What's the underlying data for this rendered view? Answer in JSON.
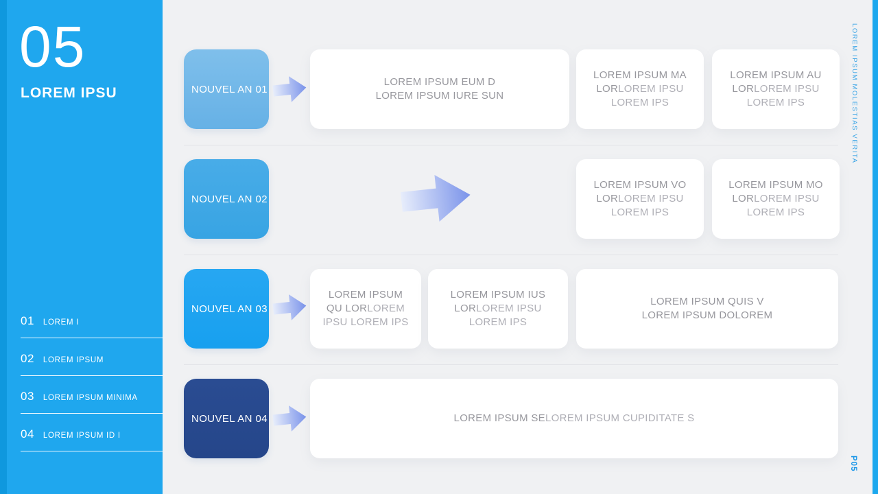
{
  "sidebar": {
    "number": "05",
    "title": "LOREM IPSU",
    "items": [
      {
        "num": "01",
        "label": "LOREM I"
      },
      {
        "num": "02",
        "label": "LOREM IPSUM"
      },
      {
        "num": "03",
        "label": "LOREM IPSUM MINIMA"
      },
      {
        "num": "04",
        "label": "LOREM IPSUM ID I"
      }
    ]
  },
  "rows": [
    {
      "badge": "NOUVEL AN 01",
      "cards": [
        {
          "title": "LOREM IPSUM EUM D",
          "body": "LOREM IPSUM IURE SUN"
        },
        {
          "title": "LOREM IPSUM MA LOR",
          "body": "LOREM IPSU LOREM IPS"
        },
        {
          "title": "LOREM IPSUM AU LOR",
          "body": "LOREM IPSU LOREM IPS"
        }
      ]
    },
    {
      "badge": "NOUVEL AN 02",
      "cards": [
        {
          "title": "LOREM IPSUM VO LOR",
          "body": "LOREM IPSU LOREM IPS"
        },
        {
          "title": "LOREM IPSUM MO LOR",
          "body": "LOREM IPSU LOREM IPS"
        }
      ]
    },
    {
      "badge": "NOUVEL AN 03",
      "cards": [
        {
          "title": "LOREM IPSUM QU LOR",
          "body": "LOREM IPSU LOREM IPS"
        },
        {
          "title": "LOREM IPSUM IUS LOR",
          "body": "LOREM IPSU LOREM IPS"
        },
        {
          "title": "LOREM IPSUM QUIS V",
          "body": "LOREM IPSUM DOLOREM"
        }
      ]
    },
    {
      "badge": "NOUVEL AN 04",
      "cards": [
        {
          "title": "LOREM IPSUM SE",
          "body": "LOREM IPSUM CUPIDITATE S"
        }
      ]
    }
  ],
  "margin": {
    "side_label": "LOREM IPSUM MOLESTIAS VERITA",
    "page_label": "P05"
  },
  "colors": {
    "sidebar_blue": "#1FA7EE",
    "sidebar_edge_blue": "#0F98DE",
    "main_background": "#F0F1F3",
    "badge_1": "#6FB6E8",
    "badge_2": "#41ACE9",
    "badge_3": "#1FA2F0",
    "badge_4": "#27488E",
    "arrow_gradient_start": "#E7EDFB",
    "arrow_gradient_end": "#7A93EA",
    "card_title_gray": "#97979D",
    "card_body_gray": "#AFAFB6",
    "divider_gray": "#E2E3E7",
    "accent_label_blue": "#38A4E6",
    "page_label_blue": "#1795E8"
  }
}
